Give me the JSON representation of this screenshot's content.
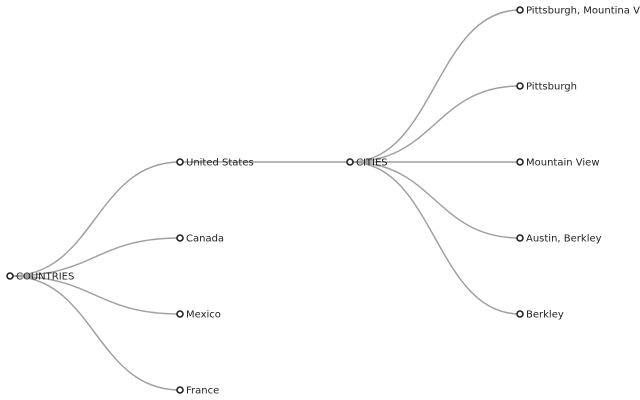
{
  "tree": {
    "name": "COUNTRIES",
    "children": [
      {
        "name": "United States",
        "children": [
          {
            "name": "CITIES",
            "children": [
              {
                "name": "Pittsburgh, Mountina View"
              },
              {
                "name": "Pittsburgh"
              },
              {
                "name": "Mountain View"
              },
              {
                "name": "Austin, Berkley"
              },
              {
                "name": "Berkley"
              }
            ]
          }
        ]
      },
      {
        "name": "Canada"
      },
      {
        "name": "Mexico"
      },
      {
        "name": "France"
      }
    ]
  },
  "style": {
    "link_color": "#a0a0a0",
    "node_stroke": "#222222",
    "node_fill": "#ffffff",
    "text_color": "#222222",
    "background": "#ffffff"
  }
}
